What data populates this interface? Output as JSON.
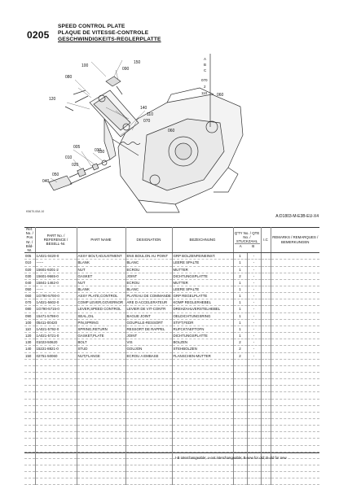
{
  "section": "0205",
  "title": {
    "en": "SPEED CONTROL PLATE",
    "fr": "PLAQUE DE VITESSE-CONTROLE",
    "de": "GESCHWINDIGKEITS-REGLERPLATTE"
  },
  "diagram": {
    "callouts": [
      "150",
      "100",
      "090",
      "080",
      "110",
      "120",
      "140",
      "070",
      "060",
      "130",
      "020",
      "010",
      "005",
      "030",
      "040",
      "050"
    ],
    "side_legend": "A·B·C 070 / 2 110",
    "side_ref": "060",
    "image_ref": "K5670-00A 10"
  },
  "model_code": "A:D1803-M-E3B-EU-X4",
  "table": {
    "headers": {
      "ref": "Ref. No. / Pos Nr. / Bild-Nr.",
      "part": "PART No. / REFERENCE / BESELL-Nr.",
      "name": "PART NAME",
      "designation": "DESIGNATION",
      "bezeichnung": "BEZEICHNUNG",
      "qty": "Q'TY No. / QTE No. / STUCKZAHL",
      "qty_a": "A",
      "qty_b": "B",
      "ic": "I.C",
      "remarks": "REMARKS / REMARQUES / BEMERKUNGEN"
    },
    "rows": [
      {
        "ref": "005",
        "part": "1A021-0420-0",
        "name": "ASSY BOLT,ADJUSTMENT",
        "designation": "ENS BOULON AU POINT",
        "bezeichnung": "GRP BOLZENFEINEINST.",
        "a": "1",
        "b": "-",
        "ic": "",
        "remarks": ""
      },
      {
        "ref": "010",
        "part": "------",
        "name": "BLANK",
        "designation": "BLANC",
        "bezeichnung": "LEERE SPALTE",
        "a": "1",
        "b": "-",
        "ic": "",
        "remarks": ""
      },
      {
        "ref": "020",
        "part": "15601-9201-2",
        "name": "NUT",
        "designation": "ECROU",
        "bezeichnung": "MUTTER",
        "a": "1",
        "b": "-",
        "ic": "",
        "remarks": ""
      },
      {
        "ref": "030",
        "part": "15601-9665-0",
        "name": "GASKET",
        "designation": "JOINT",
        "bezeichnung": "DICHTUNGSPLATTE",
        "a": "2",
        "b": "-",
        "ic": "",
        "remarks": ""
      },
      {
        "ref": "040",
        "part": "15841-1462-0",
        "name": "NUT",
        "designation": "ECROU",
        "bezeichnung": "MUTTER",
        "a": "1",
        "b": "-",
        "ic": "",
        "remarks": ""
      },
      {
        "ref": "050",
        "part": "------",
        "name": "BLANK",
        "designation": "BLANC",
        "bezeichnung": "LEERE SPALTE",
        "a": "1",
        "b": "-",
        "ic": "",
        "remarks": ""
      },
      {
        "ref": "060",
        "part": "1G790-5700-0",
        "name": "ASSY PLATE,CONTROL",
        "designation": "PLATEAU DE COMMANDE",
        "bezeichnung": "GRP REGELPLATTE",
        "a": "1",
        "b": "-",
        "ic": "",
        "remarks": ""
      },
      {
        "ref": "070",
        "part": "1A021-5602-0",
        "name": "COMP LEVER,GOVERNOR",
        "designation": "ARE D ACCELERATEUR",
        "bezeichnung": "KOMP REGLERHEBEL",
        "a": "1",
        "b": "-",
        "ic": "",
        "remarks": ""
      },
      {
        "ref": "080",
        "part": "1G790-5715-0",
        "name": "LEVER,SPEED CONTROL",
        "designation": "LEVIER DE VIT-CONTR",
        "bezeichnung": "DREHZAHLVERSTELHEBEL",
        "a": "1",
        "b": "-",
        "ic": "",
        "remarks": ""
      },
      {
        "ref": "090",
        "part": "15471-5798-0",
        "name": "SEAL,OIL",
        "designation": "BAGUE JOINT",
        "bezeichnung": "OELDICHTUNGSRING",
        "a": "1",
        "b": "-",
        "ic": "",
        "remarks": ""
      },
      {
        "ref": "100",
        "part": "05411-00420",
        "name": "PIN,SPRING",
        "designation": "GOUPILLE-RESSORT",
        "bezeichnung": "STIFT,FEDR",
        "a": "1",
        "b": "-",
        "ic": "",
        "remarks": ""
      },
      {
        "ref": "110",
        "part": "1A021-5792-0",
        "name": "SPRING,RETURN",
        "designation": "RESSORT DE RAPPEL",
        "bezeichnung": "RUFCKTAEFTOFN",
        "a": "1",
        "b": "-",
        "ic": "",
        "remarks": ""
      },
      {
        "ref": "120",
        "part": "1A021-5721-0",
        "name": "GASKET,PLATE",
        "designation": "JOINT",
        "bezeichnung": "DICHTUNGSPLATTE",
        "a": "1",
        "b": "-",
        "ic": "",
        "remarks": ""
      },
      {
        "ref": "130",
        "part": "01023-50620",
        "name": "BOLT",
        "designation": "VIS",
        "bezeichnung": "BOLZEN",
        "a": "2",
        "b": "-",
        "ic": "",
        "remarks": ""
      },
      {
        "ref": "140",
        "part": "15221-8821-0",
        "name": "STUD",
        "designation": "GOUJON",
        "bezeichnung": "STEHBOLZEN",
        "a": "2",
        "b": "-",
        "ic": "",
        "remarks": ""
      },
      {
        "ref": "150",
        "part": "02751-50060",
        "name": "NUT,FLANGE",
        "designation": "ECROU A EMBASE",
        "bezeichnung": "FLANSCHEN-MUTTER",
        "a": "2",
        "b": "-",
        "ic": "",
        "remarks": ""
      }
    ],
    "empty_rows": 19
  },
  "footnote": "I-B interchangeable; u-not interchangeable; B-new for old; B-old for new"
}
